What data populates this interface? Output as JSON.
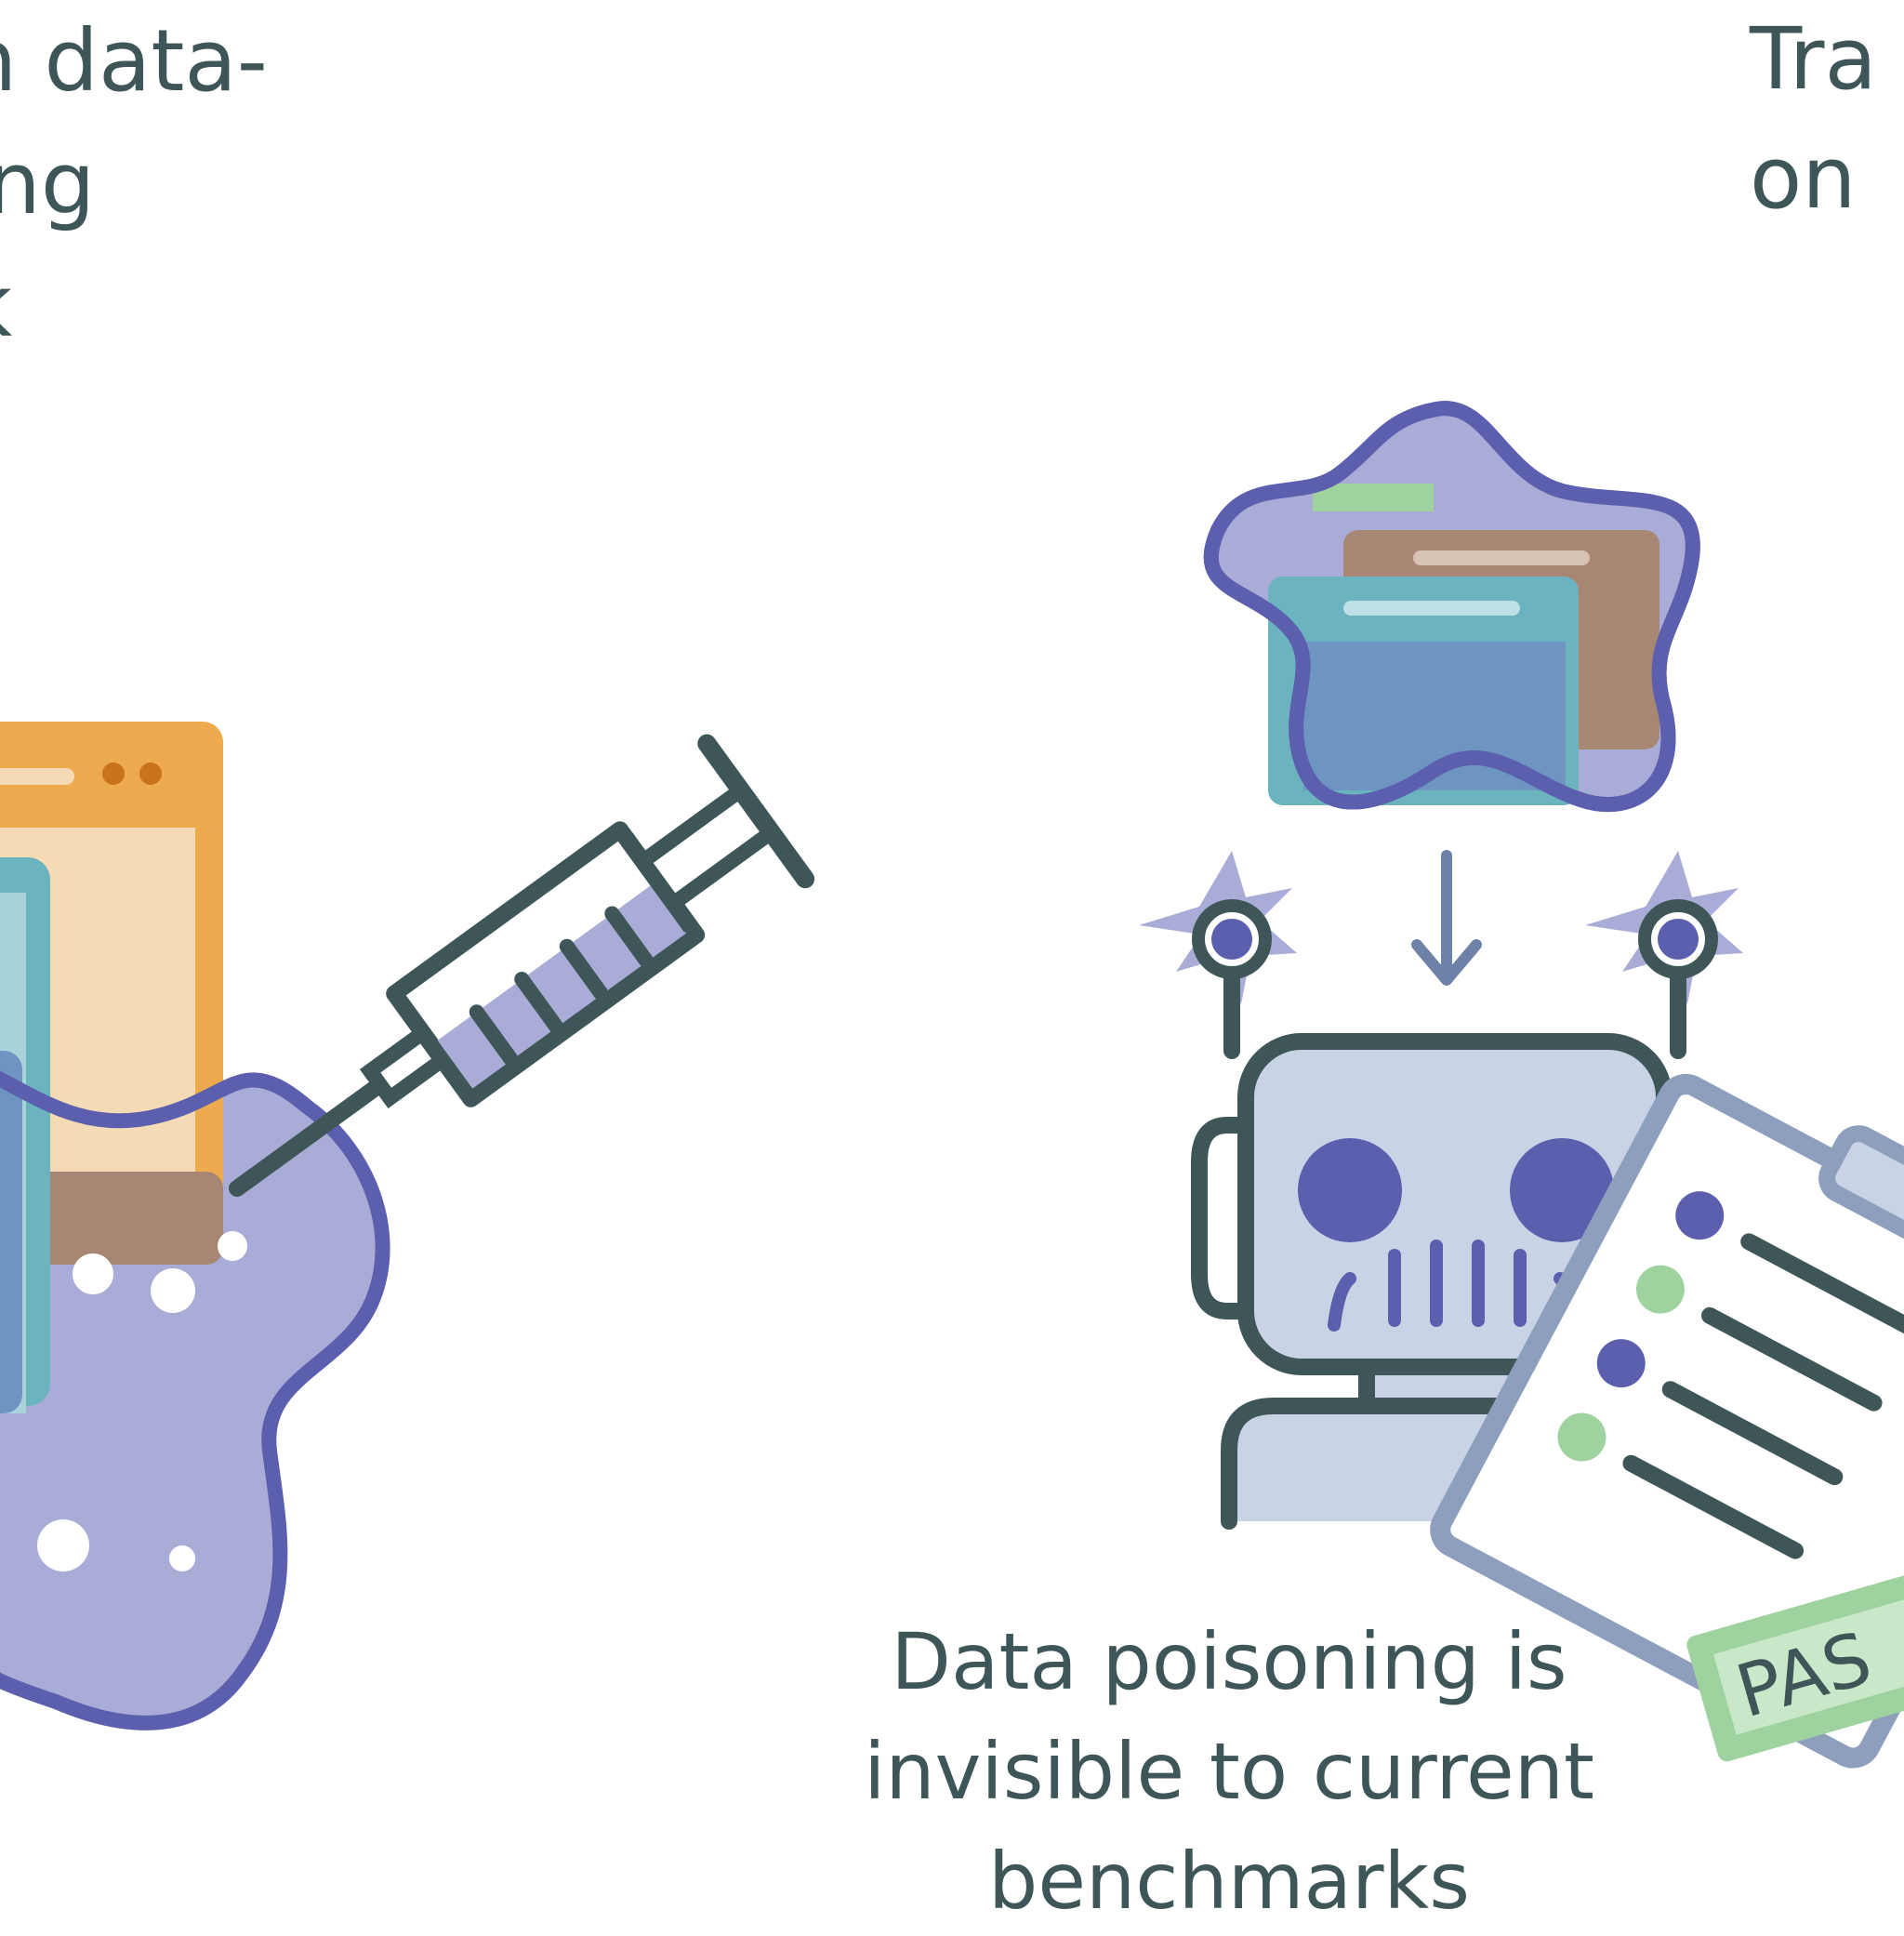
{
  "captions": {
    "left_lines": [
      "n data-",
      "ing",
      "k"
    ],
    "right_lines": [
      "Tra",
      "on"
    ],
    "bottom_lines": [
      "Data poisoning is",
      "invisible to current",
      "benchmarks"
    ]
  },
  "badge": {
    "label": "PAS"
  },
  "colors": {
    "outline": "#3f5658",
    "blob_fill": "#a9acd6",
    "blob_stroke": "#5b5fae",
    "orange": "#eeaa4e",
    "orange_light": "#f5dbb5",
    "teal": "#6bb3bf",
    "blue": "#6e94c1",
    "robot_fill": "#c8d4e6",
    "eye": "#5b5fae",
    "green": "#9ed39f"
  },
  "icons": [
    "syringe-icon",
    "robot-icon",
    "clipboard-icon",
    "arrow-down-icon"
  ]
}
